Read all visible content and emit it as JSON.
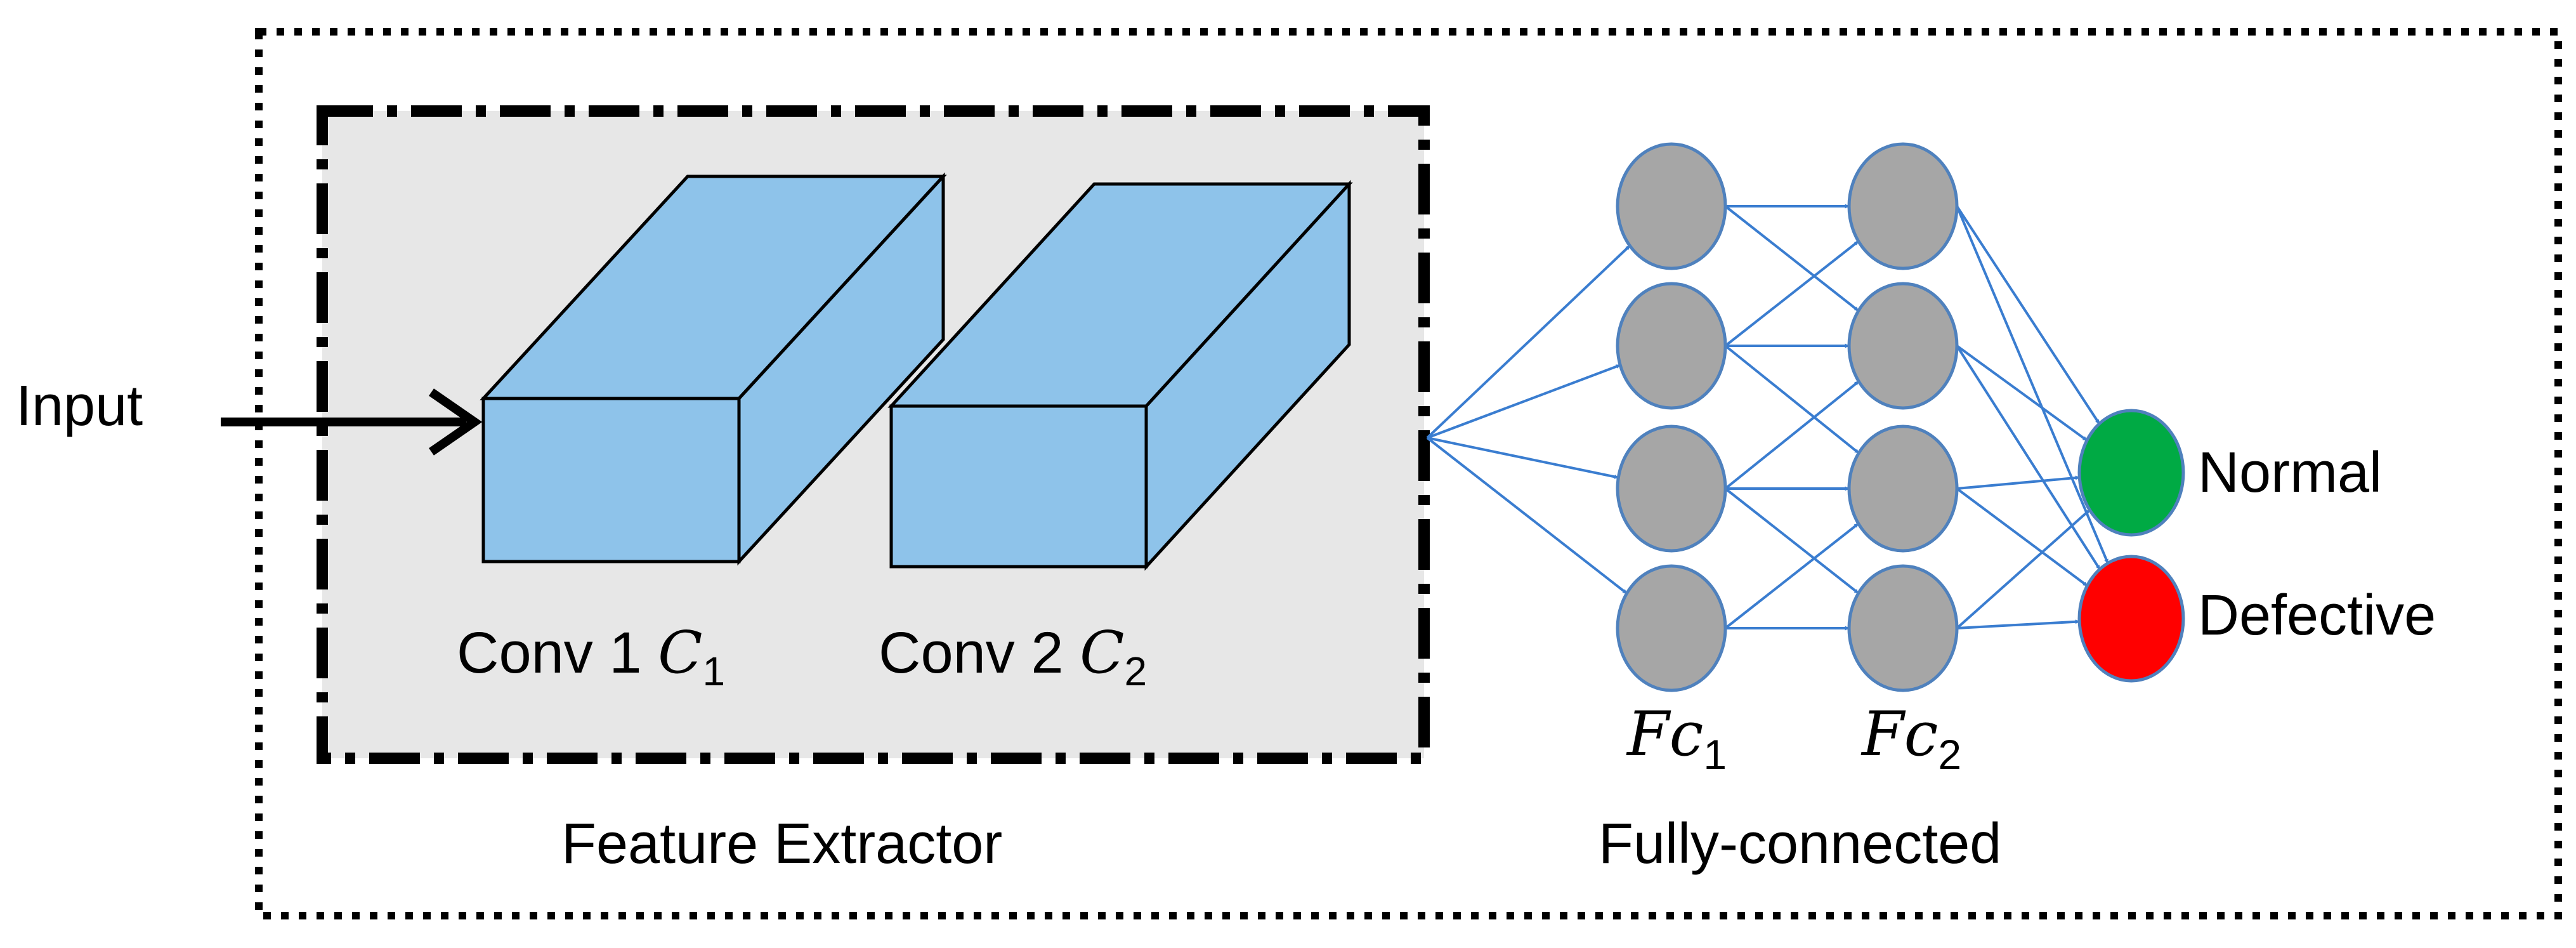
{
  "input_label": "Input",
  "conv_layers": [
    {
      "name": "Conv 1",
      "symbol": "C",
      "sub": "1"
    },
    {
      "name": "Conv 2",
      "symbol": "C",
      "sub": "2"
    }
  ],
  "feature_extractor_label": "Feature Extractor",
  "fc_layers": [
    {
      "symbol": "Fc",
      "sub": "1",
      "nodes": 4
    },
    {
      "symbol": "Fc",
      "sub": "2",
      "nodes": 4
    }
  ],
  "fully_connected_label": "Fully-connected",
  "outputs": [
    {
      "label": "Normal",
      "color": "#00AA44"
    },
    {
      "label": "Defective",
      "color": "#FF0000"
    }
  ],
  "colors": {
    "block_fill": "#8EC3EA",
    "extractor_bg": "#E7E7E7",
    "node_fill": "#A6A6A6",
    "node_stroke": "#4F81BD",
    "edge": "#3A7DD0"
  }
}
